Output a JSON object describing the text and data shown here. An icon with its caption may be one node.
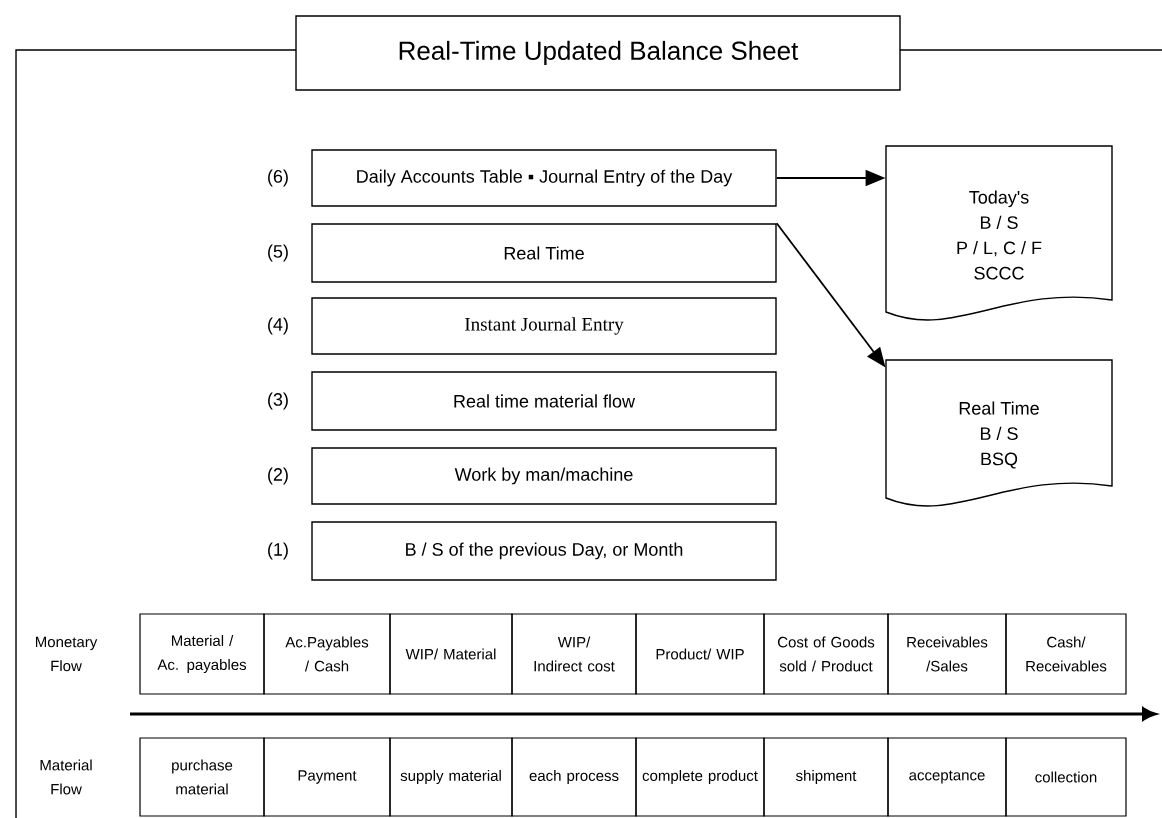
{
  "diagram": {
    "title": "Real-Time Updated Balance Sheet",
    "nodes": [
      {
        "text": [
          "Daily Accounts Table ▪ Journal Entry of the Day"
        ],
        "beside": [
          "(6)"
        ]
      },
      {
        "text": [
          "Today's",
          "B / S",
          "P / L, C / F",
          "SCCC"
        ]
      },
      {
        "text": [
          "Real Time"
        ],
        "beside": [
          "(5)"
        ]
      },
      {
        "text": [
          "Real Time",
          "B / S",
          "BSQ"
        ]
      },
      {
        "text": [
          "Instant Journal Entry"
        ],
        "beside": [
          "(4)"
        ]
      },
      {
        "text": [
          "Real time material flow"
        ],
        "beside": [
          "(3)"
        ]
      },
      {
        "text": [
          "Work by man/machine"
        ],
        "beside": [
          "(2)"
        ]
      },
      {
        "text": [
          "B / S of the previous Day, or Month"
        ],
        "beside": [
          "(1)"
        ]
      }
    ],
    "edges": [
      {
        "from": 0,
        "to": 1,
        "arrow": "to"
      },
      {
        "from": 2,
        "to": 3,
        "arrow": "to"
      }
    ],
    "labels": [
      "Monetary Flow",
      "Material / Ac. payables",
      "Ac.Payables / Cash",
      "WIP/ Material",
      "WIP/ Indirect cost",
      "Product/ WIP",
      "Cost of Goods sold / Product",
      "Receivables /Sales",
      "Cash/ Receivables",
      "Material Flow",
      "purchase material",
      "Payment",
      "supply material",
      "each process",
      "complete product",
      "shipment",
      "acceptance",
      "collection"
    ]
  }
}
